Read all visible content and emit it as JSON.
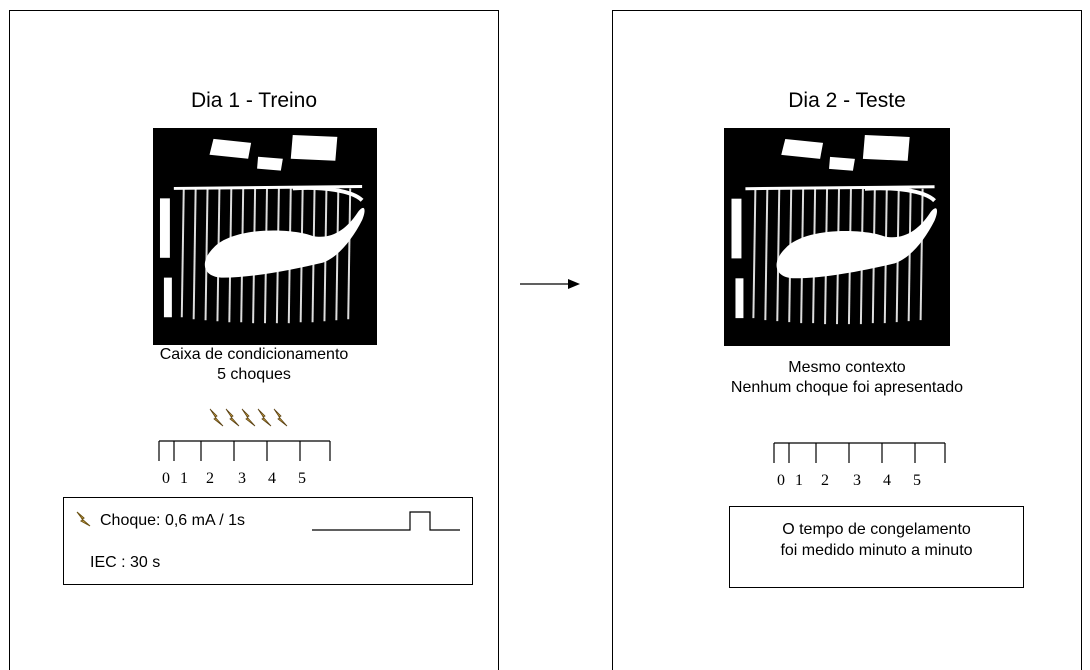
{
  "panel_day1": {
    "title": "Dia 1 - Treino",
    "caption_line1": "Caixa de condicionamento",
    "caption_line2": "5 choques",
    "timeline_ticks": [
      "0",
      "1",
      "2",
      "3",
      "4",
      "5"
    ],
    "shock_count": 5,
    "protocol": {
      "shock_text": "Choque: 0,6 mA / 1s",
      "iec_text": "IEC : 30 s"
    }
  },
  "panel_day2": {
    "title": "Dia 2 - Teste",
    "caption_line1": "Mesmo contexto",
    "caption_line2": "Nenhum choque foi apresentado",
    "timeline_ticks": [
      "0",
      "1",
      "2",
      "3",
      "4",
      "5"
    ],
    "note_line1": "O tempo de congelamento",
    "note_line2": "foi medido minuto a minuto"
  },
  "colors": {
    "lightning": "#c8a040",
    "ink": "#000000"
  },
  "icons": {
    "lightning": "lightning-bolt-icon",
    "arrow": "arrow-right-icon",
    "photo": "rat-in-chamber-photo"
  }
}
